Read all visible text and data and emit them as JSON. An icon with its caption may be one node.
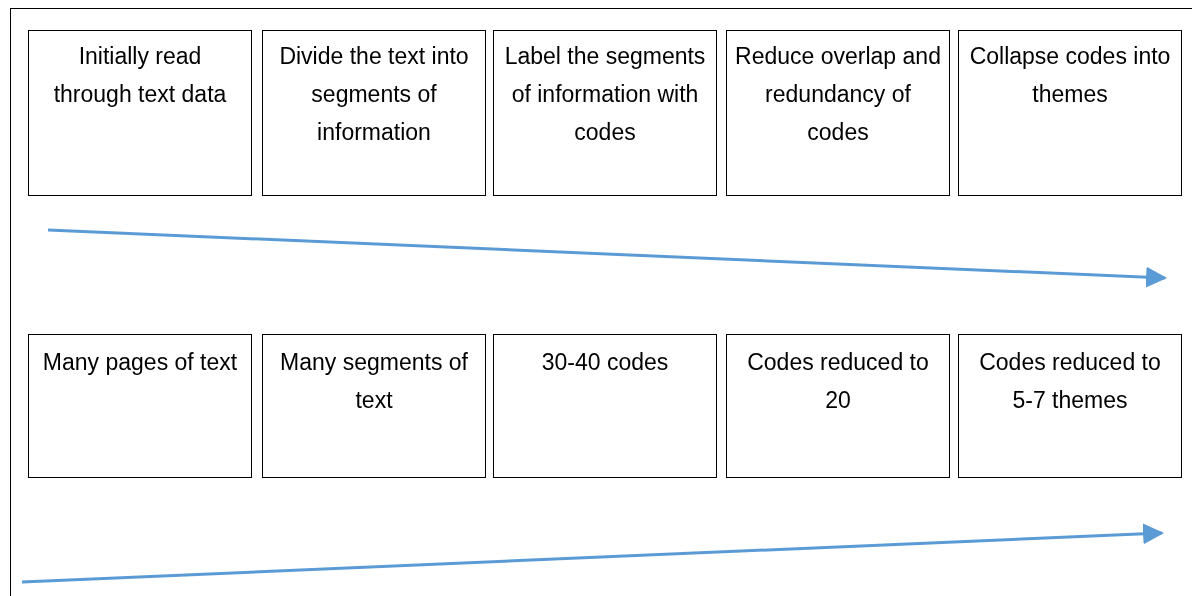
{
  "diagram": {
    "nodes": [
      {
        "text": [
          "Initially read through text data"
        ]
      },
      {
        "text": [
          "Divide the text into segments of information"
        ]
      },
      {
        "text": [
          "Label the segments of information with codes"
        ]
      },
      {
        "text": [
          "Reduce overlap and redundancy of codes"
        ]
      },
      {
        "text": [
          "Collapse codes into themes"
        ]
      },
      {
        "text": [
          "Many pages of text"
        ]
      },
      {
        "text": [
          "Many segments of text"
        ]
      },
      {
        "text": [
          "30-40 codes"
        ]
      },
      {
        "text": [
          "Codes reduced to 20"
        ]
      },
      {
        "text": [
          "Codes reduced to 5-7 themes"
        ]
      }
    ]
  }
}
